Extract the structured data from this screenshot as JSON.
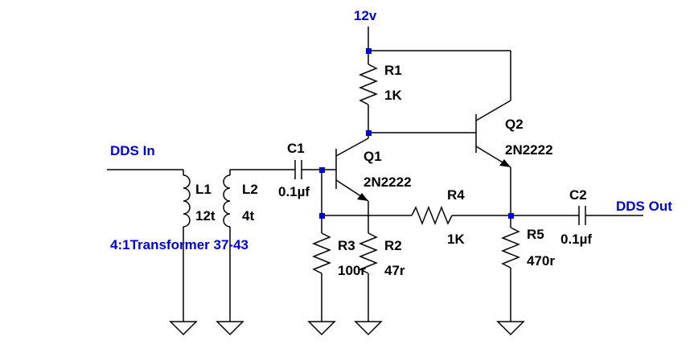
{
  "nets": {
    "supply": "12v",
    "input": "DDS In",
    "output": "DDS Out"
  },
  "note": "4:1Transformer 37-43",
  "components": {
    "R1": {
      "ref": "R1",
      "value": "1K"
    },
    "R2": {
      "ref": "R2",
      "value": "47r"
    },
    "R3": {
      "ref": "R3",
      "value": "100r"
    },
    "R4": {
      "ref": "R4",
      "value": "1K"
    },
    "R5": {
      "ref": "R5",
      "value": "470r"
    },
    "C1": {
      "ref": "C1",
      "value": "0.1µf"
    },
    "C2": {
      "ref": "C2",
      "value": "0.1µf"
    },
    "L1": {
      "ref": "L1",
      "value": "12t"
    },
    "L2": {
      "ref": "L2",
      "value": "4t"
    },
    "Q1": {
      "ref": "Q1",
      "value": "2N2222"
    },
    "Q2": {
      "ref": "Q2",
      "value": "2N2222"
    }
  },
  "colors": {
    "net_label": "#0000cc",
    "junction": "#0000cc",
    "wire": "#000000"
  }
}
